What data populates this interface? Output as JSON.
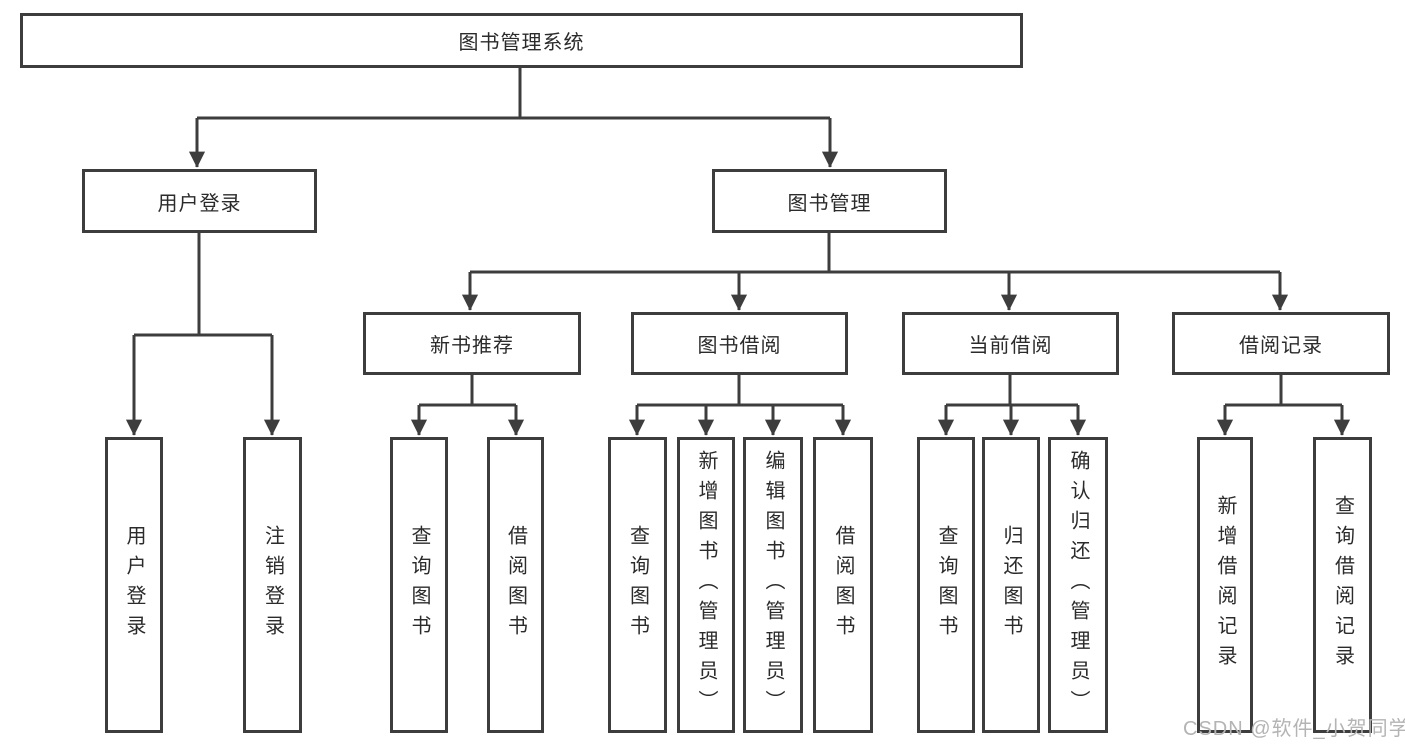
{
  "diagram": {
    "title_node": {
      "label": "图书管理系统"
    },
    "level2": [
      {
        "id": "user-login",
        "label": "用户登录"
      },
      {
        "id": "book-management",
        "label": "图书管理"
      }
    ],
    "level3": [
      {
        "id": "new-book-recommend",
        "label": "新书推荐"
      },
      {
        "id": "book-borrow",
        "label": "图书借阅"
      },
      {
        "id": "current-borrow",
        "label": "当前借阅"
      },
      {
        "id": "borrow-records",
        "label": "借阅记录"
      }
    ],
    "leaves": {
      "user_login": [
        "用户登录",
        "注销登录"
      ],
      "new_books": [
        "查询图书",
        "借阅图书"
      ],
      "book_borrow": [
        "查询图书",
        "新增图书（管理员）",
        "编辑图书（管理员）",
        "借阅图书"
      ],
      "current_borrow": [
        "查询图书",
        "归还图书",
        "确认归还（管理员）"
      ],
      "borrow_records": [
        "新增借阅记录",
        "查询借阅记录"
      ]
    }
  },
  "watermark": {
    "text": "CSDN @软件_小贺同学"
  },
  "colors": {
    "line": "#3d3d3d",
    "box_border": "#3d3d3d",
    "text": "#2b2b2b",
    "watermark": "#b4b4b4",
    "background": "#ffffff"
  }
}
